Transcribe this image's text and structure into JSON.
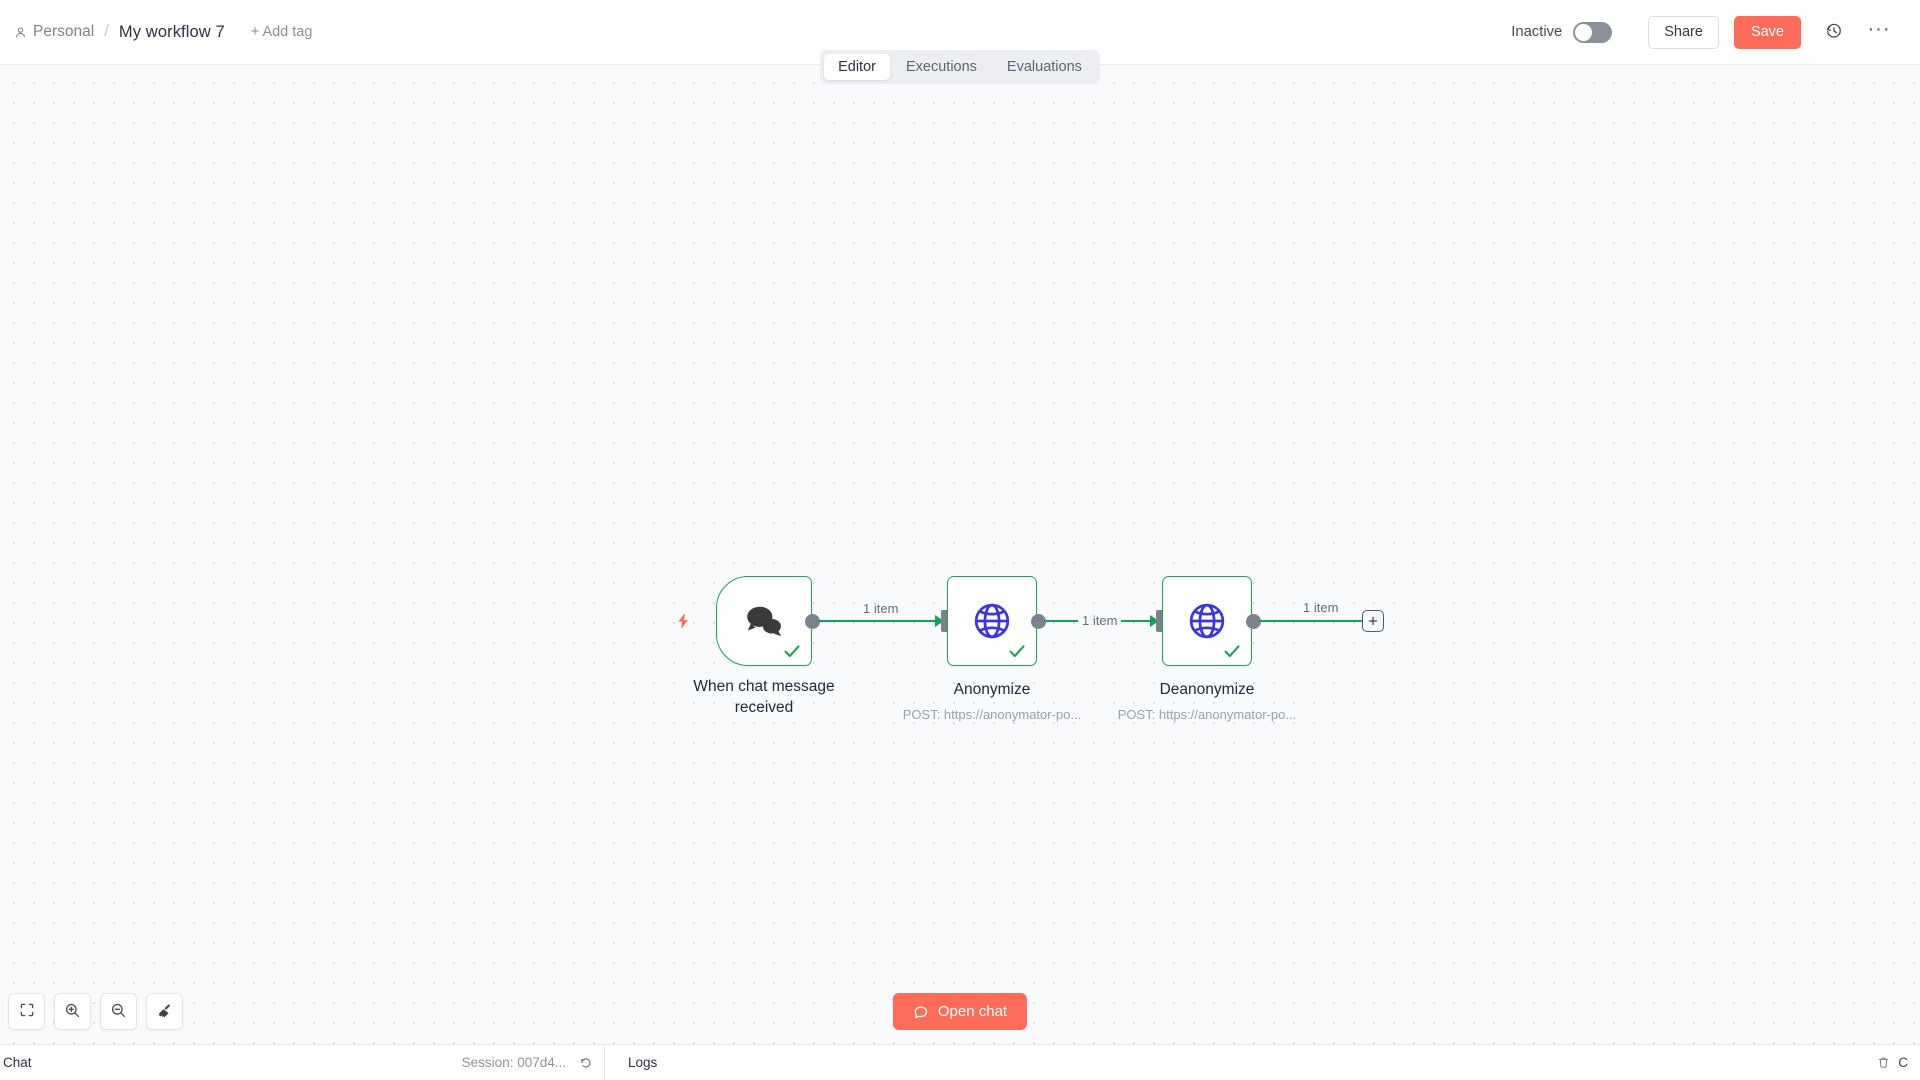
{
  "header": {
    "project": "Personal",
    "project_icon": "person-icon",
    "separator": "/",
    "workflow_name": "My workflow 7",
    "add_tag": "+ Add tag",
    "activation_label": "Inactive",
    "activation_state": "off",
    "share_label": "Share",
    "save_label": "Save",
    "history_icon": "clock-history-icon",
    "more_icon": "ellipsis-icon",
    "more_label": "···"
  },
  "tabs": {
    "active": "Editor",
    "items": [
      {
        "label": "Editor"
      },
      {
        "label": "Executions"
      },
      {
        "label": "Evaluations"
      }
    ]
  },
  "canvas": {
    "background_color": "#f9fafc",
    "dot_color": "#dcdfe6",
    "trigger_bolt_icon": "lightning-bolt-icon",
    "add_node_label": "+",
    "nodes": [
      {
        "id": "trigger",
        "type": "trigger",
        "icon": "chat-bubbles-icon",
        "title": "When chat message\nreceived",
        "subtitle": "",
        "status": "success",
        "status_icon": "check-icon",
        "border_color": "#20a25b"
      },
      {
        "id": "anonymize",
        "type": "action",
        "icon": "globe-icon",
        "title": "Anonymize",
        "subtitle": "POST: https://anonymator-po...",
        "status": "success",
        "status_icon": "check-icon",
        "border_color": "#20a25b"
      },
      {
        "id": "deanonymize",
        "type": "action",
        "icon": "globe-icon",
        "title": "Deanonymize",
        "subtitle": "POST: https://anonymator-po...",
        "status": "success",
        "status_icon": "check-icon",
        "border_color": "#20a25b"
      }
    ],
    "edges": [
      {
        "from": "trigger",
        "to": "anonymize",
        "label": "1 item"
      },
      {
        "from": "anonymize",
        "to": "deanonymize",
        "label": "1 item"
      },
      {
        "from": "deanonymize",
        "to": "add",
        "label": "1 item"
      }
    ],
    "controls": [
      {
        "name": "fit-view-button",
        "icon": "fit-screen-icon"
      },
      {
        "name": "zoom-in-button",
        "icon": "zoom-in-icon"
      },
      {
        "name": "zoom-out-button",
        "icon": "zoom-out-icon"
      },
      {
        "name": "tidy-up-button",
        "icon": "broom-icon"
      }
    ],
    "open_chat_label": "Open chat",
    "open_chat_icon": "chat-bubble-icon"
  },
  "bottombar": {
    "chat_label": "Chat",
    "session_label": "Session: 007d4...",
    "refresh_icon": "undo-icon",
    "logs_label": "Logs",
    "clear_icon": "trash-icon",
    "clear_label": "C"
  }
}
